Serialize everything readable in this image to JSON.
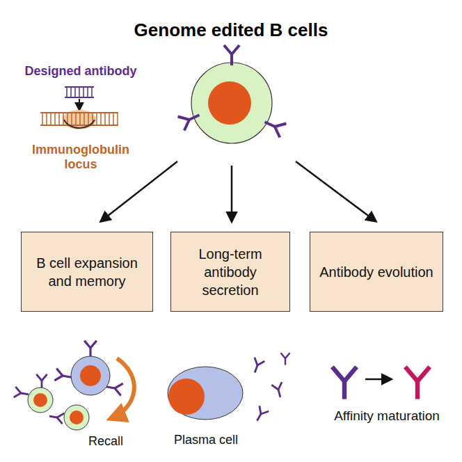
{
  "diagram": {
    "title": "Genome edited B cells",
    "nodes": [
      {
        "text": [
          "B cell expansion and memory"
        ]
      },
      {
        "text": [
          "Long-term antibody secretion"
        ]
      },
      {
        "text": [
          "Antibody evolution"
        ]
      }
    ],
    "labels": [
      "Designed antibody",
      "Immunoglobulin locus",
      "Recall",
      "Plasma cell",
      "Affinity maturation"
    ]
  }
}
